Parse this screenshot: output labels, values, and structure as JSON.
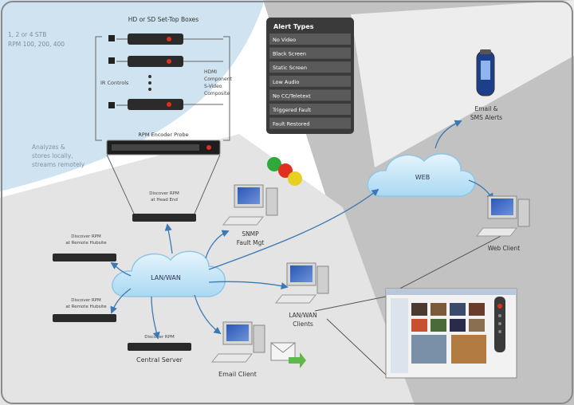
{
  "colors": {
    "bg_light_blue": "#cfe3f0",
    "bg_gray": "#c2c2c2",
    "bg_light_gray": "#e4e4e4",
    "cloud_blue": "#bfe3f7",
    "arrow_blue": "#3b78b4",
    "alert_box": "#3a3a3a",
    "alert_item": "#5a5a5a",
    "led_red": "#e03020",
    "led_green": "#2faa3a",
    "led_yellow": "#e8d020"
  },
  "labels": {
    "stb_title": "HD or SD Set-Top Boxes",
    "tuner_note_1": "1, 2 or 4 STB",
    "tuner_note_2": "RPM 100, 200, 400",
    "ir_controls": "IR Controls",
    "video_note_1": "HDMI",
    "video_note_2": "Component",
    "video_note_3": "S-Video",
    "video_note_4": "Composite",
    "probe_title": "RPM Encoder Probe",
    "analyzes_1": "Analyzes &",
    "analyzes_2": "stores locally,",
    "analyzes_3": "streams remotely",
    "headend_probe_1": "Discover RPM",
    "headend_probe_2": "at Head End",
    "remote_probe_a_1": "Discover RPM",
    "remote_probe_a_2": "at Remote Hubsite",
    "remote_probe_b_1": "Discover RPM",
    "remote_probe_b_2": "at Remote Hubsite",
    "central_probe": "Discover RPM",
    "central_server": "Central Server",
    "snmp_1": "SNMP",
    "snmp_2": "Fault Mgt",
    "lanwan_cloud": "LAN/WAN",
    "web_cloud": "WEB",
    "email_client": "Email Client",
    "lanwan_clients_1": "LAN/WAN",
    "lanwan_clients_2": "Clients",
    "email_sms_1": "Email &",
    "email_sms_2": "SMS Alerts",
    "web_client": "Web Client"
  },
  "alert_types": {
    "title": "Alert Types",
    "items": [
      "No Video",
      "Black Screen",
      "Static Screen",
      "Low Audio",
      "No CC/Teletext",
      "Triggered Fault",
      "Fault Restored"
    ]
  },
  "icons": [
    "set-top-box-icon",
    "ir-emitter-icon",
    "rack-probe-icon",
    "computer-icon",
    "cloud-icon",
    "traffic-light-icon",
    "phone-icon",
    "envelope-icon",
    "browser-window-icon",
    "remote-control-icon"
  ]
}
